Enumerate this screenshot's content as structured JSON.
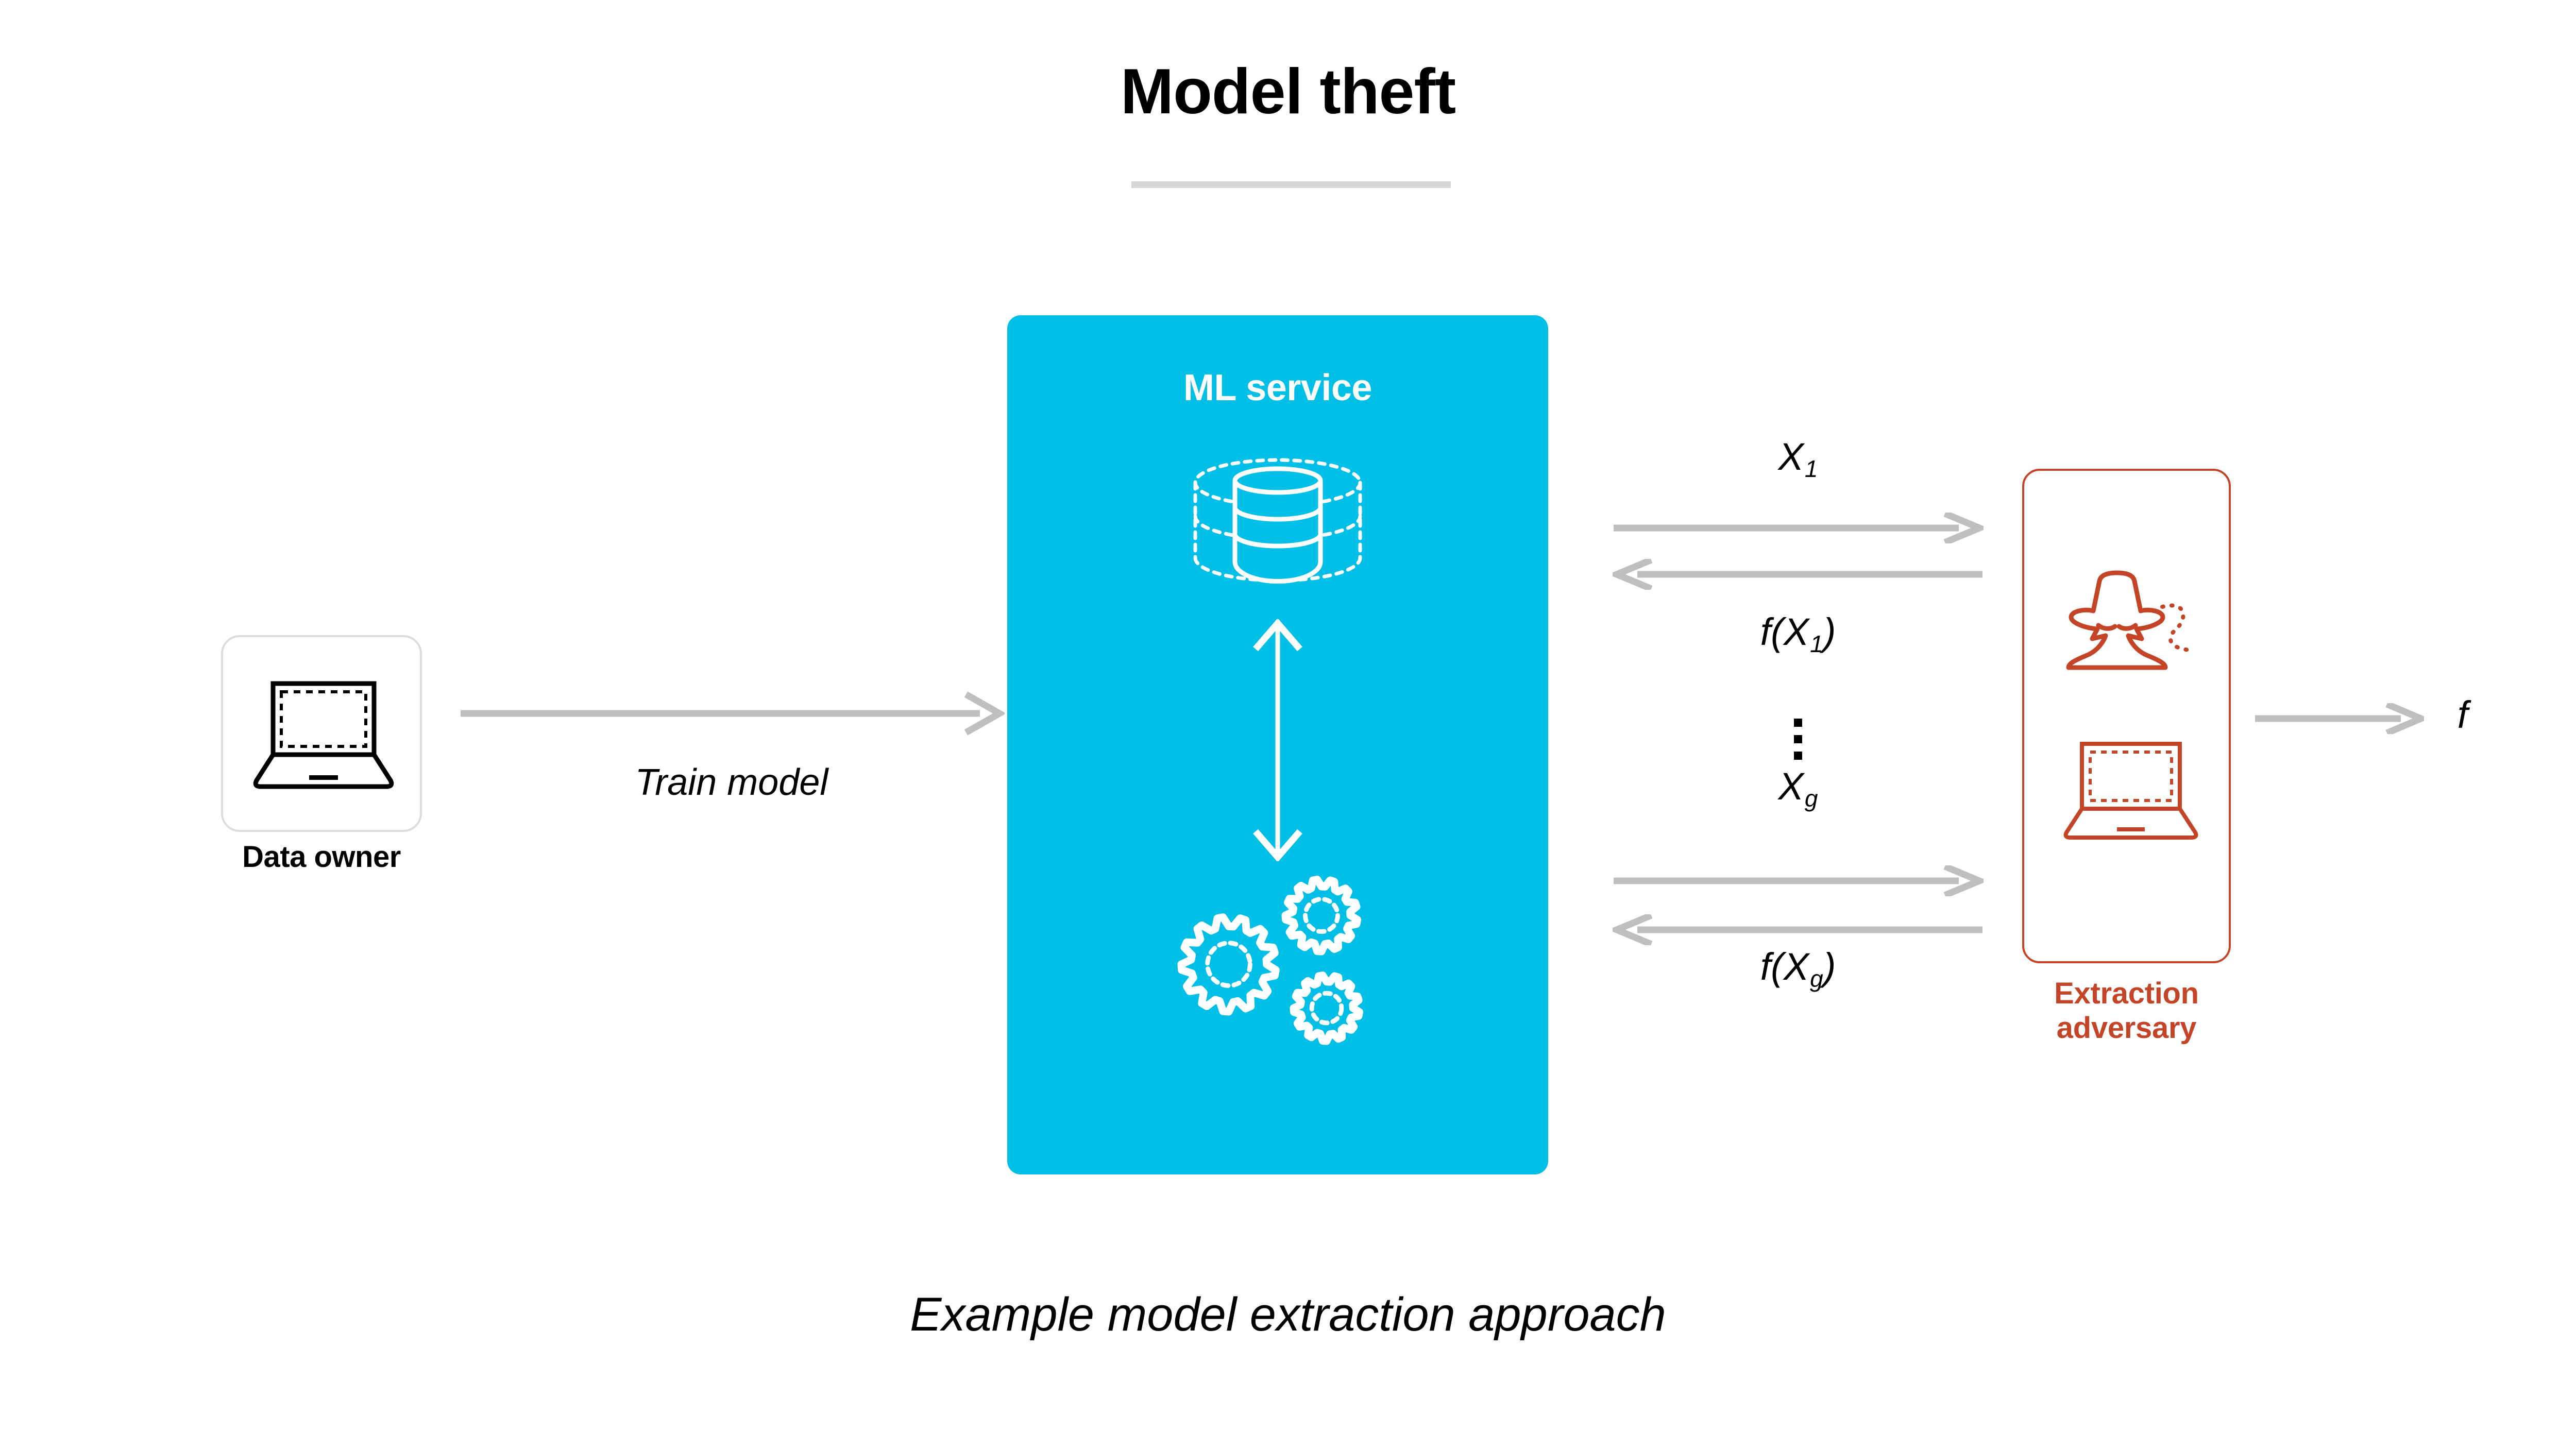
{
  "page": {
    "title": "Model theft",
    "caption": "Example model extraction approach",
    "background_color": "#ffffff"
  },
  "colors": {
    "service_cyan": "#00bfe7",
    "adversary_red": "#c44428",
    "arrow_gray": "#bfbfbf",
    "rule_gray": "#d6d6d6",
    "owner_border_gray": "#dcdcdc",
    "text_black": "#000000",
    "on_service_white": "#ffffff"
  },
  "data_owner": {
    "label": "Data owner",
    "icon": "laptop-icon"
  },
  "train_flow": {
    "label": "Train model",
    "icon": "arrow-right-icon"
  },
  "ml_service": {
    "title": "ML service",
    "icons": [
      "database-cylinder-icon",
      "double-headed-vertical-arrow-icon",
      "gears-icon"
    ]
  },
  "exchange": {
    "ellipsis": "⋮",
    "rounds": [
      {
        "query": {
          "base": "X",
          "sub": "1",
          "text": "X1",
          "direction": "right"
        },
        "response": {
          "base": "f(X",
          "sub": "1",
          "close": ")",
          "text": "f(X1)",
          "direction": "left"
        }
      },
      {
        "query": {
          "base": "X",
          "sub": "g",
          "text": "Xg",
          "direction": "right"
        },
        "response": {
          "base": "f(X",
          "sub": "g",
          "close": ")",
          "text": "f(Xg)",
          "direction": "left"
        }
      }
    ]
  },
  "adversary": {
    "label_line1": "Extraction",
    "label_line2": "adversary",
    "icons": [
      "spy-icon",
      "laptop-icon"
    ]
  },
  "output": {
    "symbol": "f",
    "icon": "arrow-right-icon"
  }
}
